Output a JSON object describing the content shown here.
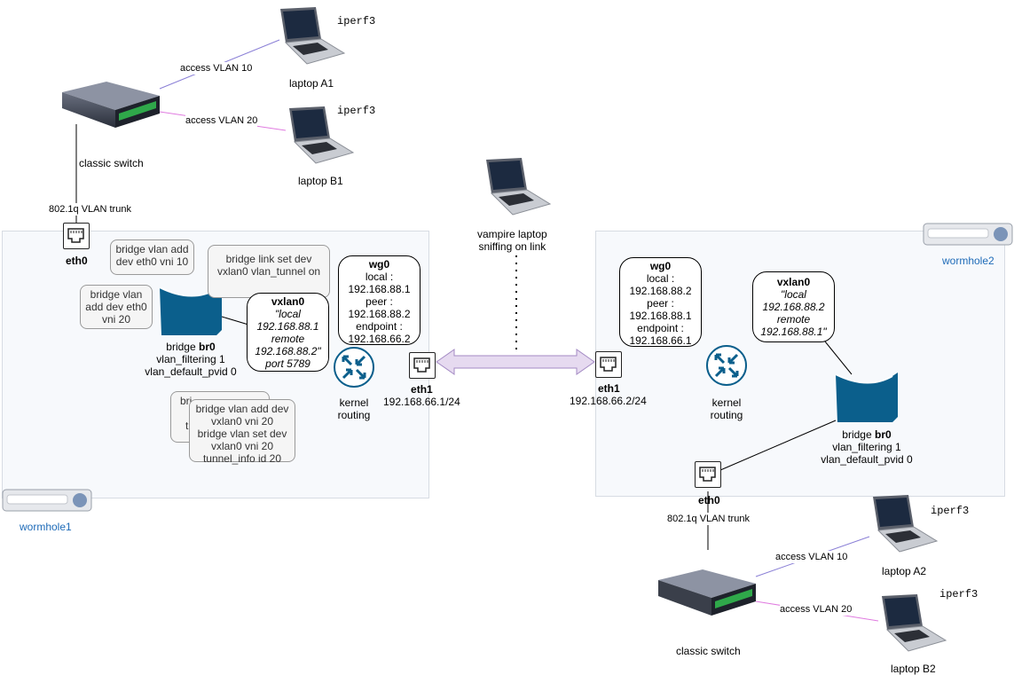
{
  "zones": {
    "left": {
      "label": "wormhole1"
    },
    "right": {
      "label": "wormhole2"
    }
  },
  "top_network": {
    "laptop_a": {
      "name": "laptop A1",
      "app": "iperf3",
      "link": "access VLAN 10"
    },
    "laptop_b": {
      "name": "laptop B1",
      "app": "iperf3",
      "link": "access VLAN 20"
    },
    "switch": {
      "label": "classic switch"
    },
    "trunk": {
      "label": "802.1q  VLAN trunk"
    }
  },
  "bottom_network": {
    "laptop_a": {
      "name": "laptop A2",
      "app": "iperf3",
      "link": "access VLAN 10"
    },
    "laptop_b": {
      "name": "laptop B2",
      "app": "iperf3",
      "link": "access VLAN 20"
    },
    "switch": {
      "label": "classic switch"
    },
    "trunk": {
      "label": "802.1q VLAN trunk"
    }
  },
  "vampire": {
    "line1": "vampire laptop",
    "line2": "sniffing on link"
  },
  "left_host": {
    "eth0": "eth0",
    "eth1": {
      "name": "eth1",
      "ip": "192.168.66.1/24"
    },
    "routing": {
      "line1": "kernel",
      "line2": "routing"
    },
    "bridge": {
      "prefix": "bridge ",
      "name": "br0",
      "line2": "vlan_filtering 1",
      "line3": "vlan_default_pvid 0"
    },
    "notes": {
      "vlan_eth0_vni10": [
        "bridge vlan add",
        "dev eth0 vni 10"
      ],
      "vlan_eth0_vni20": [
        "bridge vlan",
        "add dev eth0",
        "vni 20"
      ],
      "link_tunnel": [
        "bridge link set dev",
        "vxlan0 vlan_tunnel on"
      ],
      "vxlan_back": [
        "bri",
        "",
        "tu"
      ],
      "vxlan_front": [
        "bridge vlan add dev",
        "vxlan0 vni 20",
        "bridge vlan set dev",
        "vxlan0 vni 20",
        "tunnel_info id 20"
      ]
    },
    "wg0": {
      "name": "wg0",
      "lines": [
        "local :",
        "192.168.88.1",
        "peer :",
        "192.168.88.2",
        "endpoint :",
        "192.168.66.2"
      ]
    },
    "vxlan0": {
      "name": "vxlan0",
      "lines": [
        "\"local",
        "192.168.88.1",
        "remote",
        "192.168.88.2\"",
        "port 5789"
      ]
    }
  },
  "right_host": {
    "eth0": "eth0",
    "eth1": {
      "name": "eth1",
      "ip": "192.168.66.2/24"
    },
    "routing": {
      "line1": "kernel",
      "line2": "routing"
    },
    "bridge": {
      "prefix": "bridge ",
      "name": "br0",
      "line2": "vlan_filtering 1",
      "line3": "vlan_default_pvid 0"
    },
    "wg0": {
      "name": "wg0",
      "lines": [
        "local :",
        "192.168.88.2",
        "peer :",
        "192.168.88.1",
        "endpoint :",
        "192.168.66.1"
      ]
    },
    "vxlan0": {
      "name": "vxlan0",
      "lines": [
        "\"local",
        "192.168.88.2",
        "remote",
        "192.168.88.1\""
      ]
    }
  },
  "colors": {
    "vlan10": "#8a7fd6",
    "vlan20": "#e07be0",
    "bridge": "#0b5f8c",
    "link": "#c9b8e0",
    "zone_label": "#1e6bb8"
  },
  "icons": {
    "laptop": "laptop-icon",
    "switch": "switch-icon",
    "port": "ethernet-port-icon",
    "router": "router-icon",
    "bridge": "bridge-icon",
    "appliance": "appliance-icon"
  }
}
